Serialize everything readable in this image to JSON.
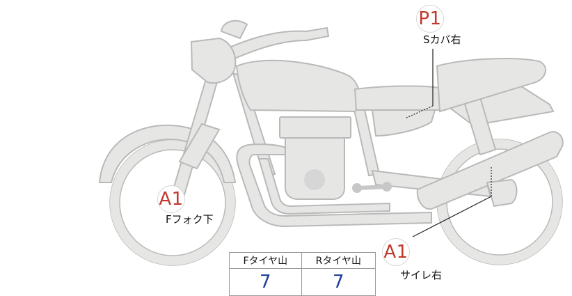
{
  "markers": [
    {
      "id": "p1",
      "code": "P1",
      "label": "Sカバ右"
    },
    {
      "id": "a1_front",
      "code": "A1",
      "label": "Fフォク下"
    },
    {
      "id": "a1_muffler",
      "code": "A1",
      "label": "サイレ右"
    }
  ],
  "tread_table": {
    "headers": [
      "Fタイヤ山",
      "Rタイヤ山"
    ],
    "values": [
      "7",
      "7"
    ]
  },
  "colors": {
    "bike_fill": "#e6e6e5",
    "bike_stroke": "#b9b9b9",
    "marker_text": "#c0392b",
    "value_text": "#22409a"
  }
}
